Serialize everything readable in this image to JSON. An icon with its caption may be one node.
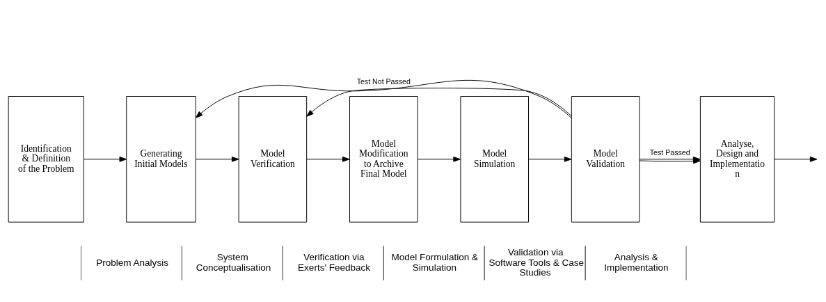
{
  "diagram": {
    "nodes": [
      {
        "text": [
          "Identification & Definition of the Problem"
        ]
      },
      {
        "text": [
          "Generating Initial Models"
        ]
      },
      {
        "text": [
          "Model Verification"
        ]
      },
      {
        "text": [
          "Model Modification to Archive Final Model"
        ]
      },
      {
        "text": [
          "Model Simulation"
        ]
      },
      {
        "text": [
          "Model Validation"
        ]
      },
      {
        "text": [
          "Analyse, Design and Implementatio n"
        ]
      }
    ],
    "edges": [
      {
        "from": 0,
        "to": 1,
        "arrow": "to"
      },
      {
        "from": 1,
        "to": 2,
        "arrow": "to"
      },
      {
        "from": 2,
        "to": 3,
        "arrow": "to"
      },
      {
        "from": 3,
        "to": 4,
        "arrow": "to"
      },
      {
        "from": 4,
        "to": 5,
        "arrow": "to"
      },
      {
        "from": 5,
        "to": 6,
        "arrow": "to"
      },
      {
        "from": 6,
        "to": null,
        "arrow": "to"
      },
      {
        "from": 5,
        "to": 1,
        "arrow": "to",
        "label": "Test Not Passed"
      },
      {
        "from": 5,
        "to": 2,
        "arrow": "to"
      },
      {
        "from": 5,
        "to": 6,
        "arrow": "to",
        "label": "Test Passed"
      }
    ],
    "labels": [
      "Problem Analysis",
      "System Conceptualisation",
      "Verification via Exerts' Feedback",
      "Model Formulation & Simulation",
      "Validation via Software Tools & Case Studies",
      "Analysis & Implementation"
    ]
  }
}
